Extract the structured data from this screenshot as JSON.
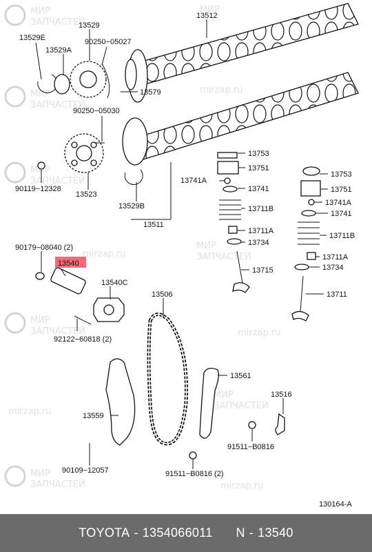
{
  "diagram": {
    "ref": "130164-A",
    "labels": {
      "p13512": "13512",
      "p13529": "13529",
      "p13529E": "13529E",
      "p13529A": "13529A",
      "p90250_05027": "90250−05027",
      "p13579": "13579",
      "p90250_05030": "90250−05030",
      "p90119_12328": "90119−12328",
      "p13523": "13523",
      "p13529B": "13529B",
      "p13511": "13511",
      "p13753_l": "13753",
      "p13751_l": "13751",
      "p13741A_l": "13741A",
      "p13741_l": "13741",
      "p13711B_l": "13711B",
      "p13711A_l": "13711A",
      "p13734_l": "13734",
      "p13715": "13715",
      "p13753_r": "13753",
      "p13751_r": "13751",
      "p13741A_r": "13741A",
      "p13741_r": "13741",
      "p13711B_r": "13711B",
      "p13711A_r": "13711A",
      "p13734_r": "13734",
      "p13711": "13711",
      "p90179_08040": "90179−08040 (2)",
      "p13540": "13540",
      "p13540C": "13540C",
      "p13506": "13506",
      "p92122_60818": "92122−60818 (2)",
      "p13561": "13561",
      "p13559": "13559",
      "p13516": "13516",
      "p91511_B0816": "91511−B0816",
      "p90109_12057": "90109−12057",
      "p91511_B0816_2": "91511−B0816 (2)"
    },
    "watermark": {
      "line1": "МИР",
      "line2": "ЗАПЧАСТЕЙ",
      "site": "mirzap.ru"
    },
    "highlight_color": "#f26b7a"
  },
  "footer": {
    "brand": "TOYOTA",
    "sep1": "-",
    "part_number": "1354066011",
    "position": "N",
    "sep2": "-",
    "code": "13540"
  }
}
